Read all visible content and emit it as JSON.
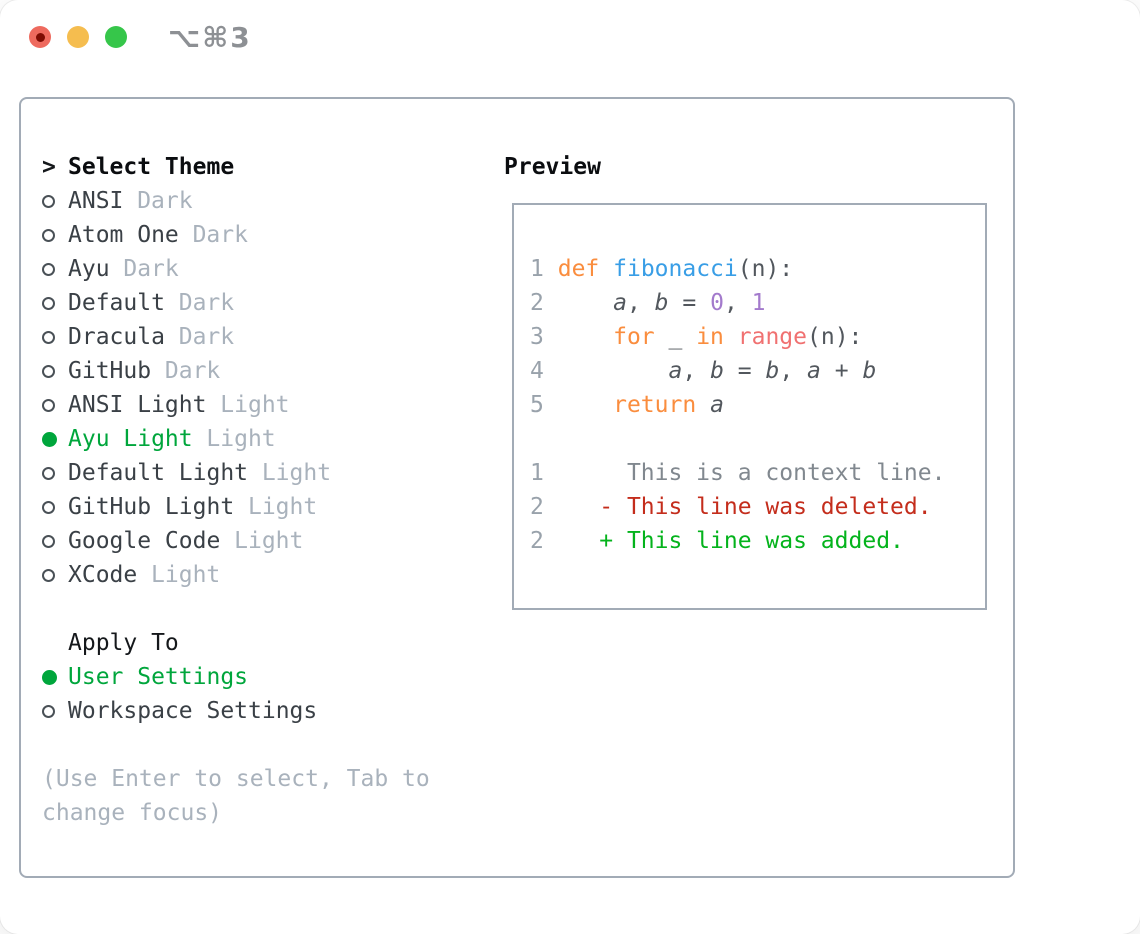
{
  "window": {
    "title": "⌥⌘3"
  },
  "titlebar_buttons": [
    {
      "name": "close-button"
    },
    {
      "name": "minimize-button"
    },
    {
      "name": "zoom-button"
    }
  ],
  "selector": {
    "prompt": ">",
    "title": "Select Theme",
    "themes": [
      {
        "name": "ANSI",
        "variant": "Dark",
        "selected": false
      },
      {
        "name": "Atom One",
        "variant": "Dark",
        "selected": false
      },
      {
        "name": "Ayu",
        "variant": "Dark",
        "selected": false
      },
      {
        "name": "Default",
        "variant": "Dark",
        "selected": false
      },
      {
        "name": "Dracula",
        "variant": "Dark",
        "selected": false
      },
      {
        "name": "GitHub",
        "variant": "Dark",
        "selected": false
      },
      {
        "name": "ANSI Light",
        "variant": "Light",
        "selected": false
      },
      {
        "name": "Ayu Light",
        "variant": "Light",
        "selected": true
      },
      {
        "name": "Default Light",
        "variant": "Light",
        "selected": false
      },
      {
        "name": "GitHub Light",
        "variant": "Light",
        "selected": false
      },
      {
        "name": "Google Code",
        "variant": "Light",
        "selected": false
      },
      {
        "name": "XCode",
        "variant": "Light",
        "selected": false
      }
    ]
  },
  "apply_to": {
    "title": "Apply To",
    "options": [
      {
        "name": "User Settings",
        "selected": true
      },
      {
        "name": "Workspace Settings",
        "selected": false
      }
    ]
  },
  "hint": "(Use Enter to select, Tab to change focus)",
  "preview": {
    "title": "Preview",
    "code_sep": " ",
    "diff_sep": "    ",
    "code_lines": [
      {
        "num": "1",
        "tokens": [
          {
            "t": "def",
            "c": "kw"
          },
          {
            "t": " "
          },
          {
            "t": "fibonacci",
            "c": "fn"
          },
          {
            "t": "(n):",
            "c": "pl"
          }
        ]
      },
      {
        "num": "2",
        "tokens": [
          {
            "t": "    "
          },
          {
            "t": "a",
            "c": "var"
          },
          {
            "t": ", "
          },
          {
            "t": "b",
            "c": "var"
          },
          {
            "t": " = "
          },
          {
            "t": "0",
            "c": "num"
          },
          {
            "t": ", "
          },
          {
            "t": "1",
            "c": "num"
          }
        ]
      },
      {
        "num": "3",
        "tokens": [
          {
            "t": "    "
          },
          {
            "t": "for",
            "c": "kw"
          },
          {
            "t": " _ "
          },
          {
            "t": "in",
            "c": "kw"
          },
          {
            "t": " "
          },
          {
            "t": "range",
            "c": "call"
          },
          {
            "t": "(n):",
            "c": "pl"
          }
        ]
      },
      {
        "num": "4",
        "tokens": [
          {
            "t": "        "
          },
          {
            "t": "a",
            "c": "var"
          },
          {
            "t": ", "
          },
          {
            "t": "b",
            "c": "var"
          },
          {
            "t": " = "
          },
          {
            "t": "b",
            "c": "var"
          },
          {
            "t": ", "
          },
          {
            "t": "a",
            "c": "var"
          },
          {
            "t": " + "
          },
          {
            "t": "b",
            "c": "var"
          }
        ]
      },
      {
        "num": "5",
        "tokens": [
          {
            "t": "    "
          },
          {
            "t": "return",
            "c": "kw"
          },
          {
            "t": " "
          },
          {
            "t": "a",
            "c": "var"
          }
        ]
      }
    ],
    "diff_lines": [
      {
        "num": "1",
        "tokens": [
          {
            "t": "  This is a context line.",
            "c": "ctx"
          }
        ]
      },
      {
        "num": "2",
        "tokens": [
          {
            "t": "- This line was deleted.",
            "c": "del"
          }
        ]
      },
      {
        "num": "2",
        "tokens": [
          {
            "t": "+ This line was added.",
            "c": "add"
          }
        ]
      }
    ]
  },
  "colors": {
    "selection_green": "#00a63c",
    "diff_added_green": "#04b31c",
    "diff_deleted_red": "#c42d1c",
    "keyword_orange": "#fa8d3e",
    "function_blue": "#399ee6",
    "call_coral": "#f07171",
    "number_purple": "#a37acc",
    "muted_gray": "#a9b2bc",
    "panel_border": "#a2abb6",
    "traffic_red": "#ee6a5e",
    "traffic_yellow": "#f5bd4f",
    "traffic_green": "#36c64a"
  }
}
